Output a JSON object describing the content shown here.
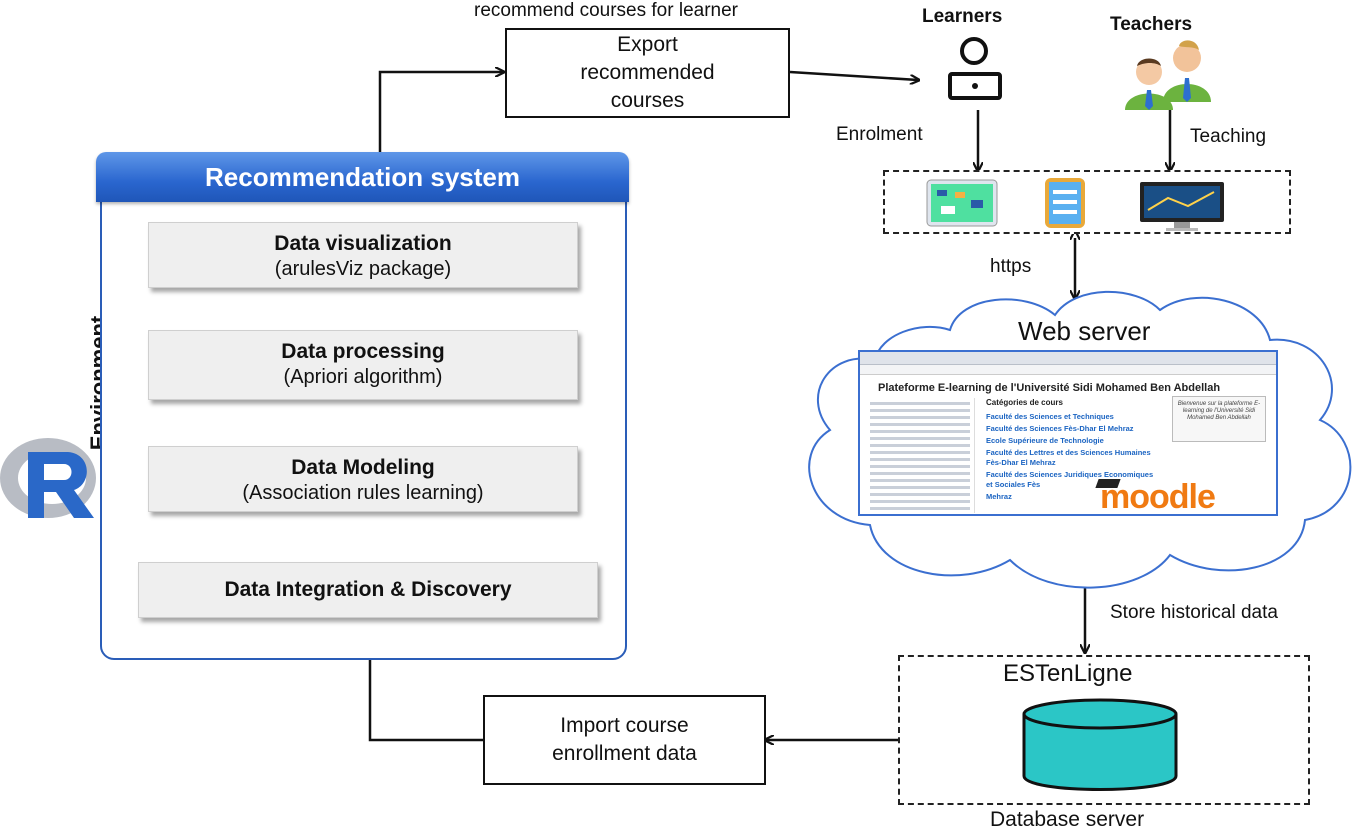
{
  "top_caption": "recommend courses for learner",
  "export_box": "Export\nrecommended\ncourses",
  "import_box": "Import course\nenrollment data",
  "recommendation_system": {
    "title": "Recommendation system",
    "stages": [
      {
        "title": "Data visualization",
        "subtitle": "(arulesViz package)"
      },
      {
        "title": "Data processing",
        "subtitle": "(Apriori algorithm)"
      },
      {
        "title": "Data Modeling",
        "subtitle": "(Association rules learning)"
      },
      {
        "title": "Data Integration & Discovery",
        "subtitle": ""
      }
    ]
  },
  "environment": {
    "label": "Environment",
    "logo": "R"
  },
  "actors": {
    "learners": "Learners",
    "teachers": "Teachers",
    "learner_icon": "laptop-user-icon",
    "teacher_icon": "two-people-icon"
  },
  "edge_labels": {
    "enrolment": "Enrolment",
    "teaching": "Teaching",
    "https": "https",
    "store": "Store historical data"
  },
  "devices": [
    "tablet-icon",
    "phone-icon",
    "desktop-monitor-icon"
  ],
  "web_server": {
    "title": "Web server",
    "page_title": "Plateforme E-learning de l'Université Sidi Mohamed Ben Abdellah",
    "categories_title": "Catégories de cours",
    "course_links": [
      "Faculté des Sciences et Techniques",
      "Faculté des Sciences Fès-Dhar El Mehraz",
      "Ecole Supérieure de Technologie",
      "Faculté des Lettres et des Sciences Humaines Fès-Dhar El Mehraz",
      "Faculté des Sciences Juridiques Economiques et Sociales Fès",
      "Mehraz"
    ],
    "welcome_note": "Bienvenue sur la plateforme E-learning de l'Université Sidi Mohamed Ben Abdellah",
    "logo": "moodle"
  },
  "database": {
    "title": "ESTenLigne",
    "caption": "Database server",
    "colors": {
      "cylinder": "#2bc6c6"
    }
  }
}
